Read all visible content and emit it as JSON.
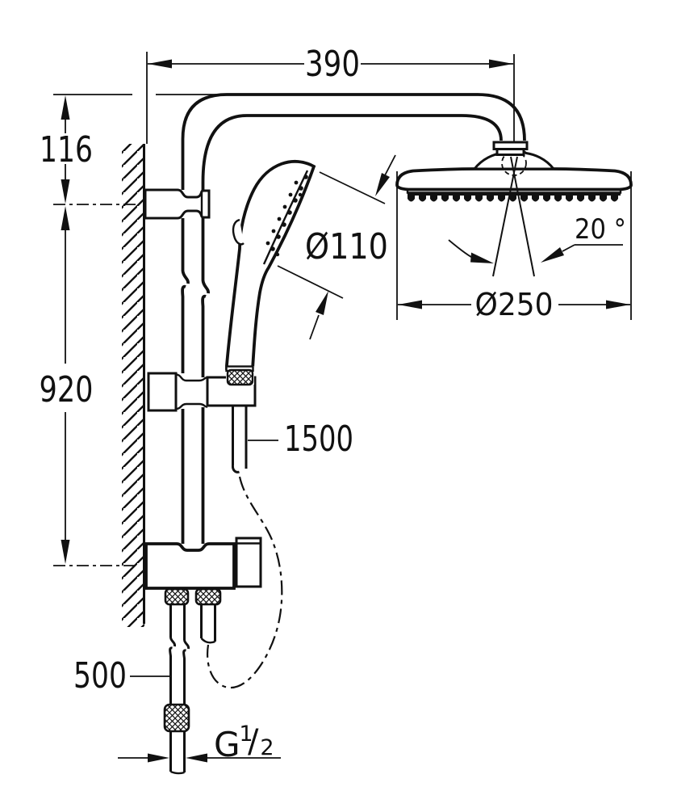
{
  "drawing": {
    "type": "shower-system-dimensional-drawing",
    "dims": {
      "arm_width": "390",
      "wall_offset": "116",
      "rail_height": "920",
      "inlet_height": "500",
      "hose_length": "1500",
      "hand_diameter": "Ø110",
      "head_diameter": "Ø250",
      "spray_angle": "20 °",
      "thread_letter": "G",
      "thread_numerator": "1",
      "thread_slash": "/",
      "thread_denominator": "2"
    },
    "colors": {
      "ink": "#111111",
      "paper": "#ffffff"
    }
  }
}
